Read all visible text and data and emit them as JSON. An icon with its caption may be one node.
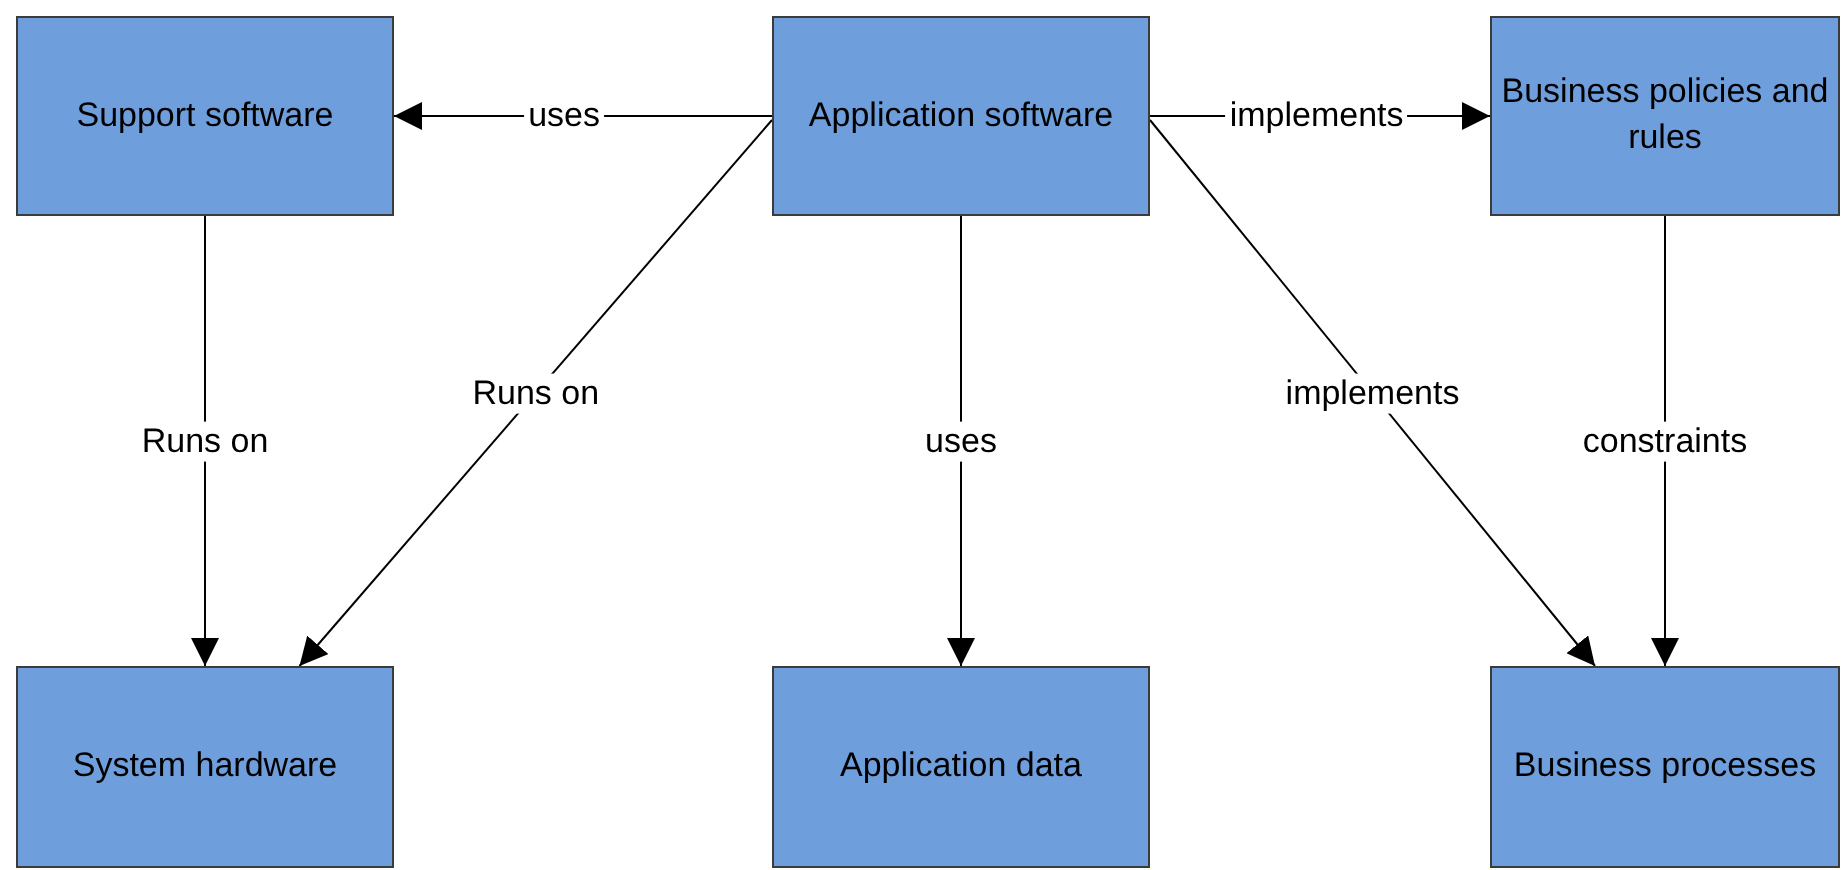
{
  "diagram": {
    "nodes": [
      {
        "text": [
          "Support software"
        ]
      },
      {
        "text": [
          "Application software"
        ]
      },
      {
        "text": [
          "Business policies and rules"
        ]
      },
      {
        "text": [
          "System hardware"
        ]
      },
      {
        "text": [
          "Application data"
        ]
      },
      {
        "text": [
          "Business processes"
        ]
      }
    ],
    "edges": [
      {
        "from": 1,
        "to": 0,
        "arrow": "to",
        "label": "uses"
      },
      {
        "from": 1,
        "to": 2,
        "arrow": "to",
        "label": "implements"
      },
      {
        "from": 0,
        "to": 3,
        "arrow": "to",
        "label": "Runs on"
      },
      {
        "from": 1,
        "to": 3,
        "arrow": "to",
        "label": "Runs on"
      },
      {
        "from": 1,
        "to": 4,
        "arrow": "to",
        "label": "uses"
      },
      {
        "from": 1,
        "to": 5,
        "arrow": "to",
        "label": "implements"
      },
      {
        "from": 2,
        "to": 5,
        "arrow": "to",
        "label": "constraints"
      }
    ]
  }
}
